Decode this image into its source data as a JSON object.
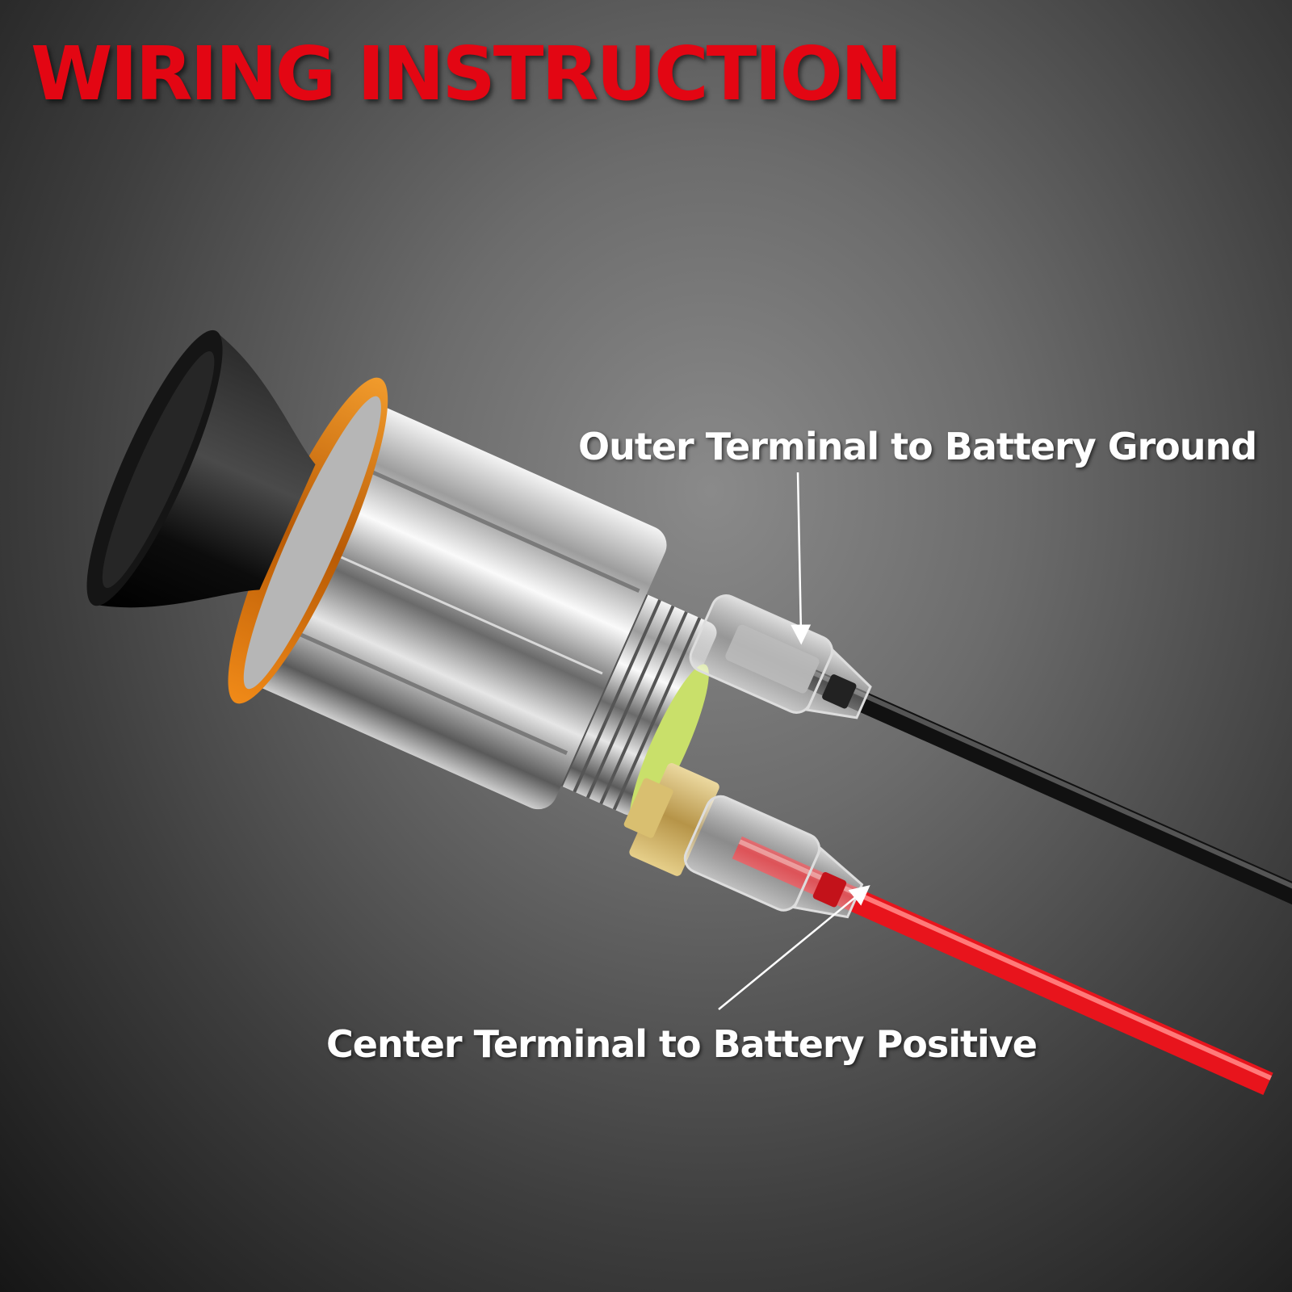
{
  "title": "WIRING INSTRUCTION",
  "labels": {
    "outer_terminal": "Outer Terminal to Battery Ground",
    "center_terminal": "Center Terminal to Battery Positive"
  },
  "colors": {
    "title": "#e30613",
    "ground_wire": "#111111",
    "positive_wire": "#e8141c",
    "bezel_ring": "#e07a10"
  }
}
